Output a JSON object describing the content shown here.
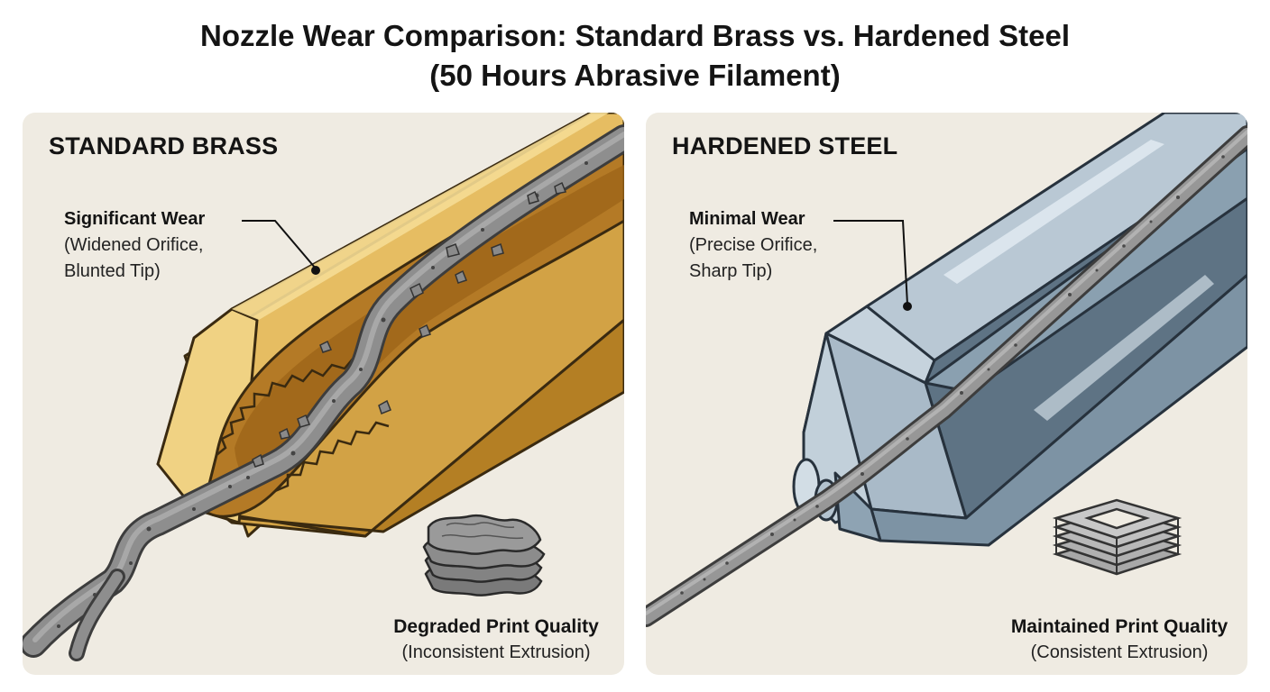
{
  "title": {
    "line1": "Nozzle Wear Comparison: Standard Brass vs. Hardened Steel",
    "line2": "(50 Hours Abrasive Filament)"
  },
  "panels": [
    {
      "id": "brass",
      "heading": "STANDARD BRASS",
      "callout": {
        "head": "Significant Wear",
        "line1": "(Widened Orifice,",
        "line2": "Blunted Tip)"
      },
      "quality": {
        "head": "Degraded Print Quality",
        "sub": "(Inconsistent Extrusion)"
      },
      "colors": {
        "metal": "#d9a94b",
        "metal_light": "#f1d384",
        "metal_dark": "#a67521",
        "filament": "#8f8f8f"
      }
    },
    {
      "id": "steel",
      "heading": "HARDENED STEEL",
      "callout": {
        "head": "Minimal Wear",
        "line1": "(Precise Orifice,",
        "line2": "Sharp Tip)"
      },
      "quality": {
        "head": "Maintained Print Quality",
        "sub": "(Consistent Extrusion)"
      },
      "colors": {
        "metal": "#9fb2c1",
        "metal_light": "#c9d6df",
        "metal_dark": "#566b7c",
        "filament": "#9a9a9a"
      }
    }
  ],
  "background": "#efebe2"
}
